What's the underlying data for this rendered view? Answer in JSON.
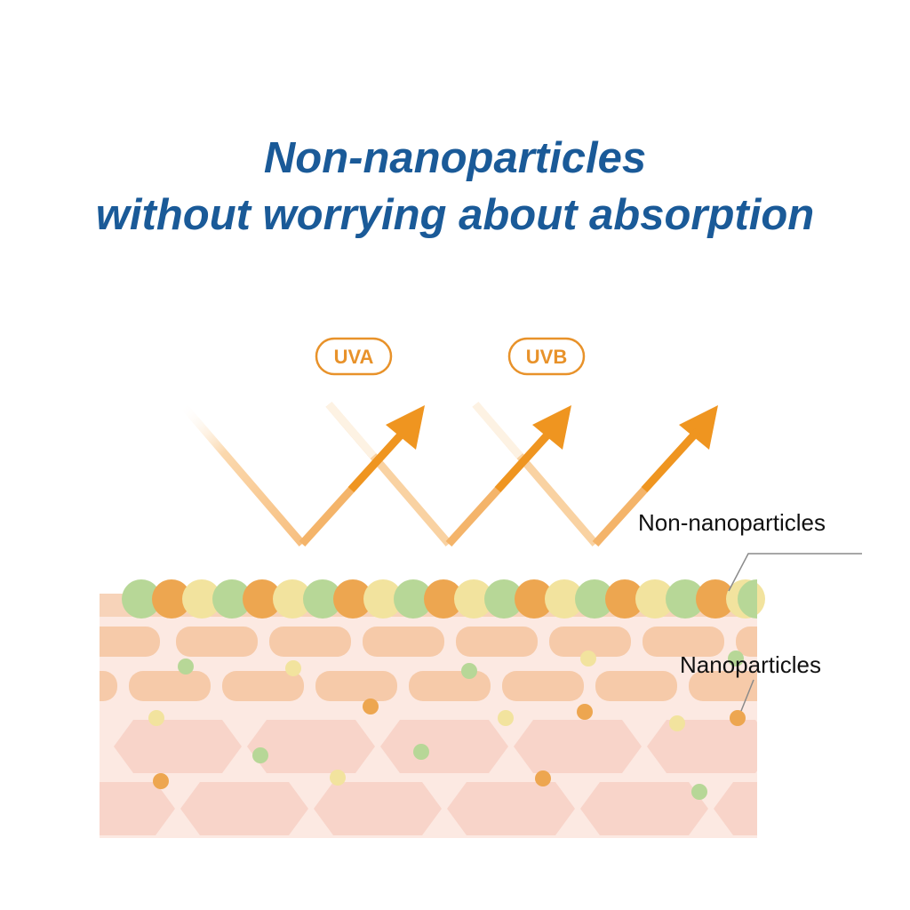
{
  "title": {
    "line1": "Non-nanoparticles",
    "line2": "without worrying about absorption"
  },
  "badges": {
    "uva": "UVA",
    "uvb": "UVB"
  },
  "labels": {
    "non_nanoparticles": "Non-nanoparticles",
    "nanoparticles": "Nanoparticles"
  },
  "colors": {
    "title": "#1a5a98",
    "ray": "#ef9520",
    "ray_faded": "#f9cc95",
    "particle_green": "#b7d797",
    "particle_orange": "#eda650",
    "particle_yellow": "#f2e39e",
    "skin_brick": "#f6c8a6",
    "skin_cell": "#f9d7cd",
    "skin_bg": "#fbe9e3"
  }
}
